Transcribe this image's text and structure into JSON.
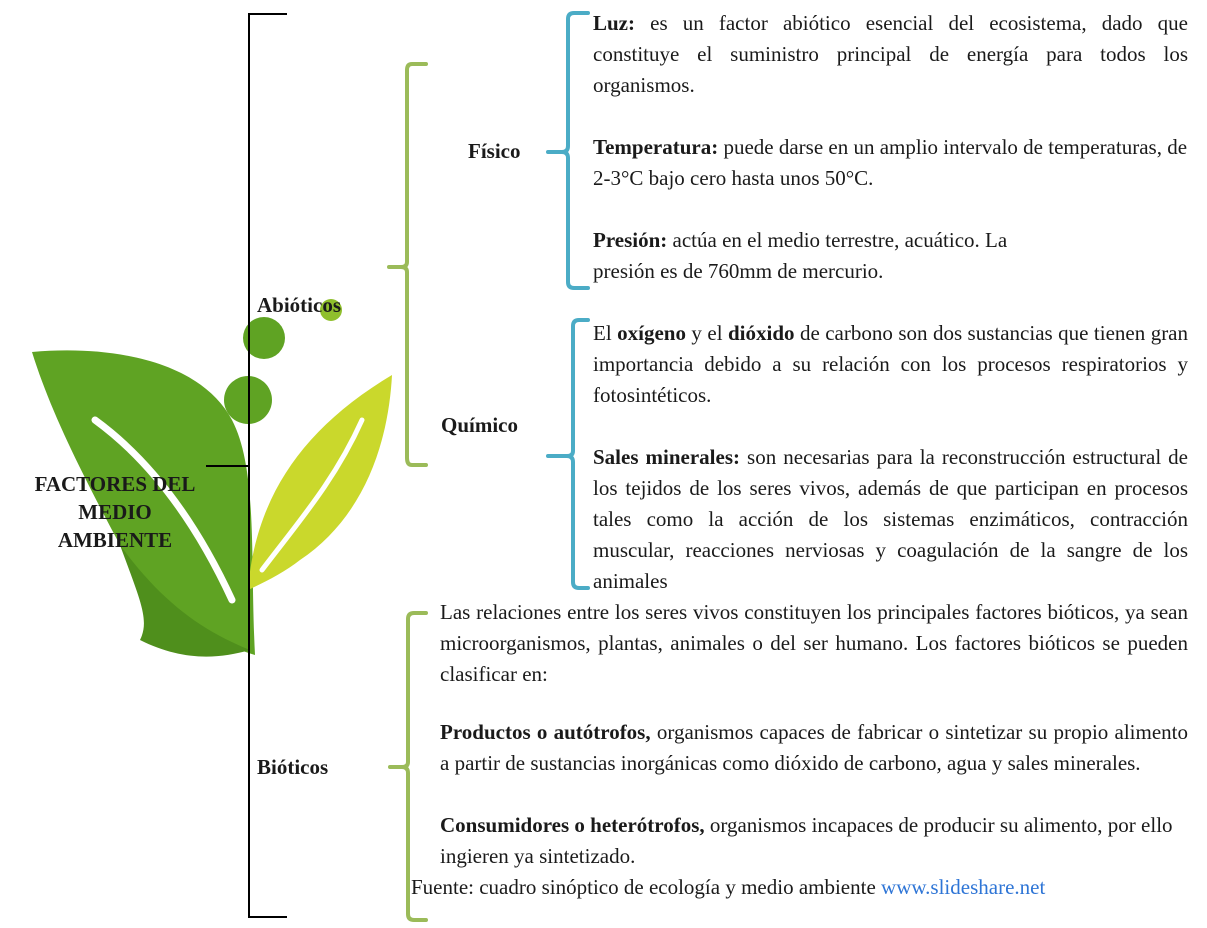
{
  "root": {
    "lines": [
      "FACTORES DEL",
      "MEDIO",
      "AMBIENTE"
    ]
  },
  "abioticos": {
    "label": "Abióticos",
    "fisico": {
      "label": "Físico",
      "luz": {
        "term": "Luz:",
        "text": " es un factor abiótico esencial del ecosistema, dado que constituye el suministro principal de energía para todos los organismos."
      },
      "temperatura": {
        "term": "Temperatura:",
        "text": " puede darse en un amplio intervalo de temperaturas, de 2-3°C bajo cero hasta unos 50°C."
      },
      "presion": {
        "term": "Presión:",
        "text": " actúa en el medio terrestre, acuático. La presión es de 760mm de mercurio."
      }
    },
    "quimico": {
      "label": "Químico",
      "gases": {
        "t1": "El ",
        "b1": "oxígeno",
        "t2": " y el ",
        "b2": "dióxido",
        "t3": " de carbono son dos sustancias que tienen gran importancia debido a su relación con los procesos respiratorios y fotosintéticos."
      },
      "sales": {
        "term": "Sales minerales:",
        "text": " son necesarias para la reconstrucción estructural de los tejidos de los seres vivos, además de que participan en procesos tales como la acción de los sistemas enzimáticos, contracción muscular, reacciones nerviosas y coagulación de la sangre de los animales"
      }
    }
  },
  "bioticos": {
    "label": "Bióticos",
    "intro": "Las relaciones entre los seres vivos constituyen los principales factores bióticos, ya sean microorganismos, plantas, animales o del ser humano. Los factores bióticos se pueden clasificar en:",
    "productores": {
      "term": "Productos o autótrofos,",
      "text": " organismos capaces de fabricar o sintetizar su propio alimento a partir de sustancias inorgánicas como dióxido de carbono, agua y sales minerales."
    },
    "consumidores": {
      "term": "Consumidores o heterótrofos,",
      "text": " organismos incapaces de producir su alimento, por ello ingieren ya sintetizado."
    }
  },
  "source": {
    "text": "Fuente: cuadro sinóptico de ecología y medio ambiente ",
    "link": "www.slideshare.net"
  },
  "colors": {
    "bracket_main": "#000000",
    "bracket_green": "#9bbb59",
    "bracket_blue": "#4bacc6",
    "leaf_dark": "#5a9e1e",
    "leaf_light": "#c8d92a",
    "link": "#2e75d6"
  }
}
